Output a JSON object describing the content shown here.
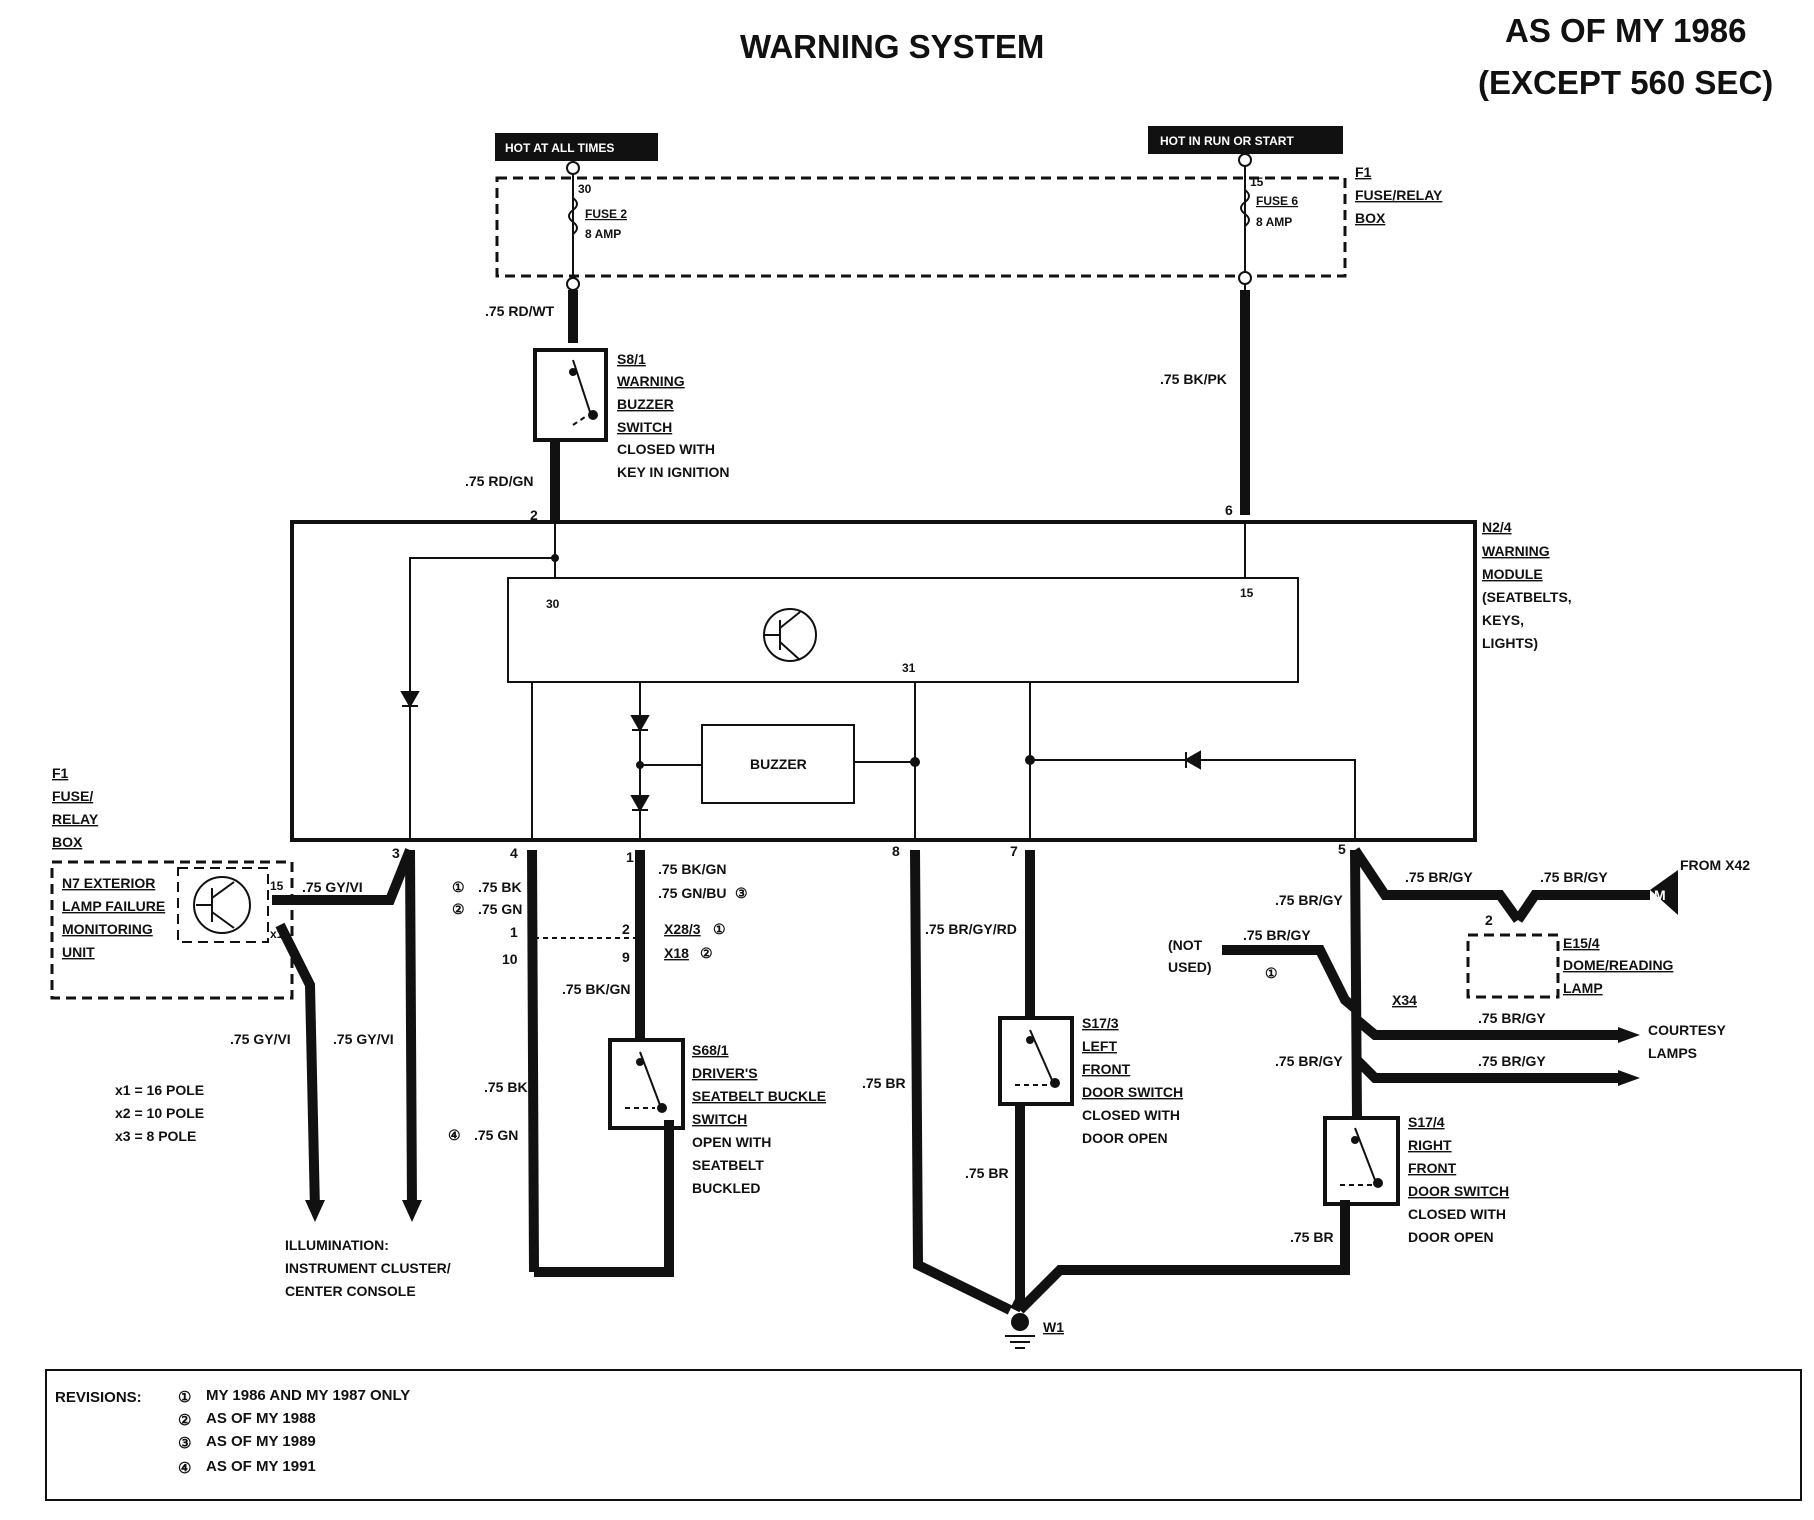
{
  "title": "WARNING SYSTEM",
  "corner": {
    "line1": "AS OF MY 1986",
    "line2": "(EXCEPT 560 SEC)"
  },
  "power": {
    "hot_always": "HOT AT ALL TIMES",
    "hot_run": "HOT IN RUN OR START"
  },
  "fuse_box": {
    "id": "F1",
    "name1": "FUSE/RELAY",
    "name2": "BOX",
    "pin30": "30",
    "pin15": "15",
    "fuse2": "FUSE 2",
    "fuse2_amp": "8 AMP",
    "fuse6": "FUSE 6",
    "fuse6_amp": "8 AMP"
  },
  "wires": {
    "rd_wt": ".75 RD/WT",
    "rd_gn": ".75 RD/GN",
    "bk_pk": ".75 BK/PK",
    "gy_vi": ".75 GY/VI",
    "bk": ".75 BK",
    "gn": ".75 GN",
    "bk_gn": ".75 BK/GN",
    "gn_bu": ".75 GN/BU",
    "br": ".75 BR",
    "br_gy_rd": ".75 BR/GY/RD",
    "br_gy": ".75 BR/GY"
  },
  "s8": {
    "id": "S8/1",
    "l1": "WARNING",
    "l2": "BUZZER",
    "l3": "SWITCH",
    "l4": "CLOSED WITH",
    "l5": "KEY IN IGNITION"
  },
  "module": {
    "id": "N2/4",
    "l1": "WARNING",
    "l2": "MODULE",
    "l3": "(SEATBELTS,",
    "l4": "KEYS,",
    "l5": "LIGHTS)",
    "pin30": "30",
    "pin15": "15",
    "pin31": "31",
    "buzzer": "BUZZER",
    "pins": {
      "p1": "1",
      "p2": "2",
      "p3": "3",
      "p4": "4",
      "p5": "5",
      "p6": "6",
      "p7": "7",
      "p8": "8"
    }
  },
  "fuse_box_left": {
    "id": "F1",
    "l1": "FUSE/",
    "l2": "RELAY",
    "l3": "BOX"
  },
  "n7": {
    "l1": "N7 EXTERIOR",
    "l2": "LAMP FAILURE",
    "l3": "MONITORING",
    "l4": "UNIT",
    "pin15": "15",
    "pinx1": "x1"
  },
  "poles": {
    "x1": "x1 = 16 POLE",
    "x2": "x2 = 10 POLE",
    "x3": "x3 = 8 POLE"
  },
  "illumination": {
    "l1": "ILLUMINATION:",
    "l2": "INSTRUMENT CLUSTER/",
    "l3": "CENTER CONSOLE"
  },
  "connectors": {
    "x28": "X28/3",
    "x18": "X18",
    "n1": "1",
    "n10": "10",
    "n2": "2",
    "n9": "9",
    "x34": "X34",
    "n2b": "2"
  },
  "revmarks": {
    "r1": "①",
    "r2": "②",
    "r3": "③",
    "r4": "④"
  },
  "s68": {
    "id": "S68/1",
    "l1": "DRIVER'S",
    "l2": "SEATBELT BUCKLE",
    "l3": "SWITCH",
    "l4": "OPEN WITH",
    "l5": "SEATBELT",
    "l6": "BUCKLED"
  },
  "s17_3": {
    "id": "S17/3",
    "l1": "LEFT",
    "l2": "FRONT",
    "l3": "DOOR SWITCH",
    "l4": "CLOSED WITH",
    "l5": "DOOR OPEN"
  },
  "s17_4": {
    "id": "S17/4",
    "l1": "RIGHT",
    "l2": "FRONT",
    "l3": "DOOR SWITCH",
    "l4": "CLOSED WITH",
    "l5": "DOOR OPEN"
  },
  "e15": {
    "id": "E15/4",
    "l1": "DOME/READING",
    "l2": "LAMP"
  },
  "from_x42": "FROM X42",
  "m_label": "M",
  "not_used": {
    "l1": "(NOT",
    "l2": "USED)"
  },
  "courtesy": {
    "l1": "COURTESY",
    "l2": "LAMPS"
  },
  "ground": "W1",
  "revisions": {
    "label": "REVISIONS:",
    "items": [
      "MY 1986 AND MY 1987 ONLY",
      "AS OF MY 1988",
      "AS OF MY 1989",
      "AS OF MY 1991"
    ],
    "marks": [
      "①",
      "②",
      "③",
      "④"
    ]
  }
}
